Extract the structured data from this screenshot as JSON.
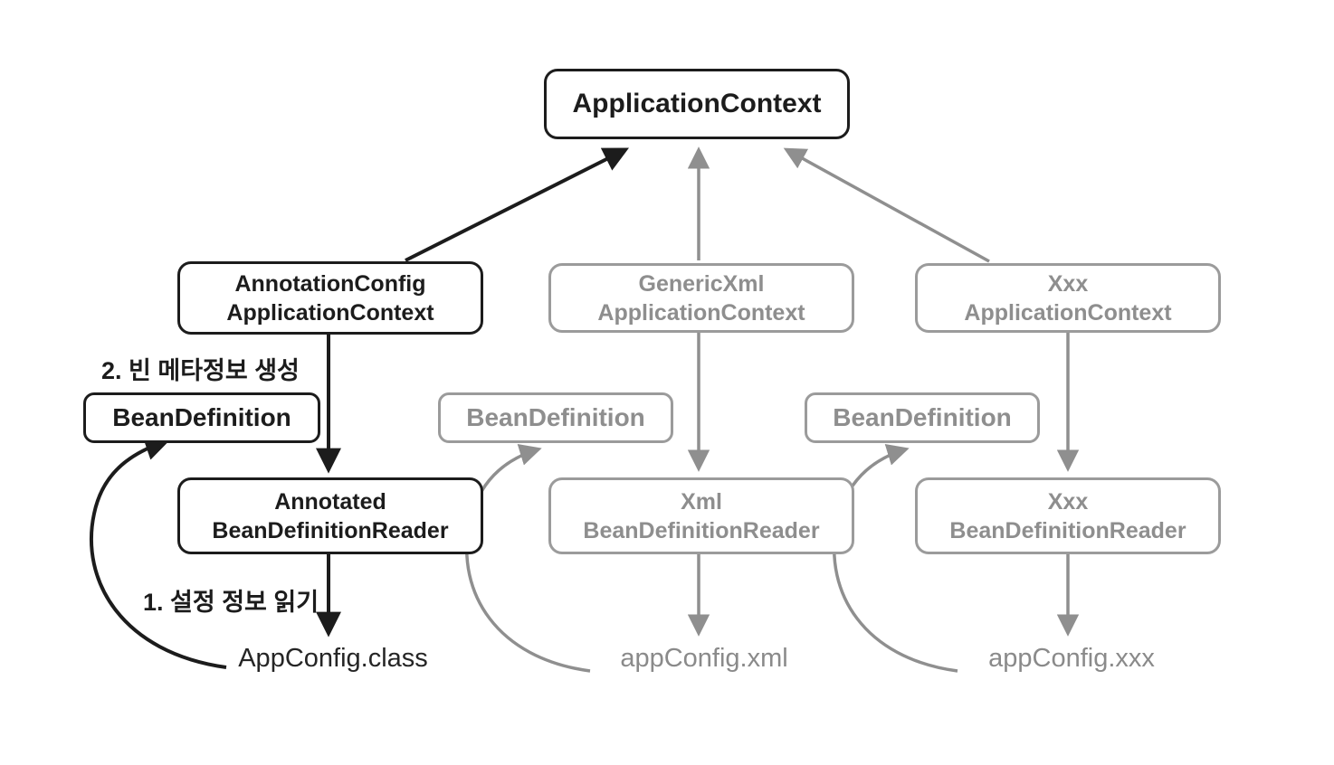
{
  "diagram": {
    "title_node": "ApplicationContext",
    "colors": {
      "primary": "#1c1c1c",
      "muted": "#8f8f8f",
      "background": "#ffffff"
    },
    "nodes": {
      "applicationContext": {
        "line1": "ApplicationContext"
      },
      "annotationConfigApplicationContext": {
        "line1": "AnnotationConfig",
        "line2": "ApplicationContext"
      },
      "genericXmlApplicationContext": {
        "line1": "GenericXml",
        "line2": "ApplicationContext"
      },
      "xxxApplicationContext": {
        "line1": "Xxx",
        "line2": "ApplicationContext"
      },
      "beanDefinitionAnnotation": {
        "line1": "BeanDefinition"
      },
      "beanDefinitionXml": {
        "line1": "BeanDefinition"
      },
      "beanDefinitionXxx": {
        "line1": "BeanDefinition"
      },
      "annotatedBeanDefinitionReader": {
        "line1": "Annotated",
        "line2": "BeanDefinitionReader"
      },
      "xmlBeanDefinitionReader": {
        "line1": "Xml",
        "line2": "BeanDefinitionReader"
      },
      "xxxBeanDefinitionReader": {
        "line1": "Xxx",
        "line2": "BeanDefinitionReader"
      }
    },
    "annotations": {
      "step2": "2. 빈 메타정보 생성",
      "step1": "1. 설정 정보 읽기"
    },
    "artifacts": {
      "appConfigClass": "AppConfig.class",
      "appConfigXml": "appConfig.xml",
      "appConfigXxx": "appConfig.xxx"
    }
  }
}
